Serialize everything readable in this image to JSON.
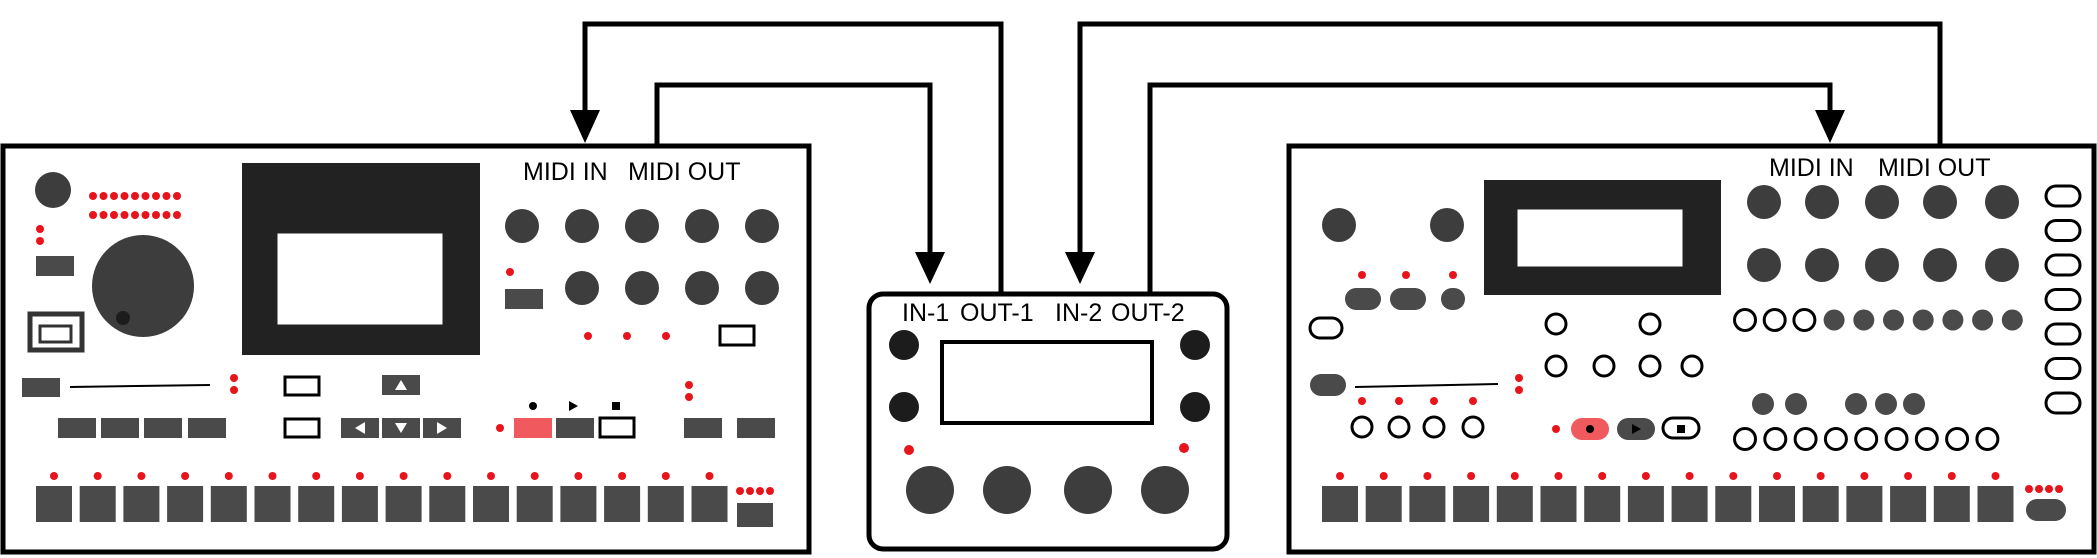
{
  "colors": {
    "outline": "#000000",
    "knob": "#3d3d3d",
    "screen": "#222222",
    "button": "#4a4a4a",
    "led": "#e8141b",
    "record": "#f05a5e",
    "background": "#ffffff"
  },
  "left_device": {
    "midi_in_label": "MIDI IN",
    "midi_out_label": "MIDI OUT"
  },
  "midi_interface": {
    "port_labels": [
      "IN-1",
      "OUT-1",
      "IN-2",
      "OUT-2"
    ]
  },
  "right_device": {
    "midi_in_label": "MIDI IN",
    "midi_out_label": "MIDI OUT"
  },
  "transport_icons": [
    "record-icon",
    "play-icon",
    "stop-icon"
  ],
  "nav_icons": [
    "arrow-up-icon",
    "arrow-left-icon",
    "arrow-down-icon",
    "arrow-right-icon"
  ]
}
